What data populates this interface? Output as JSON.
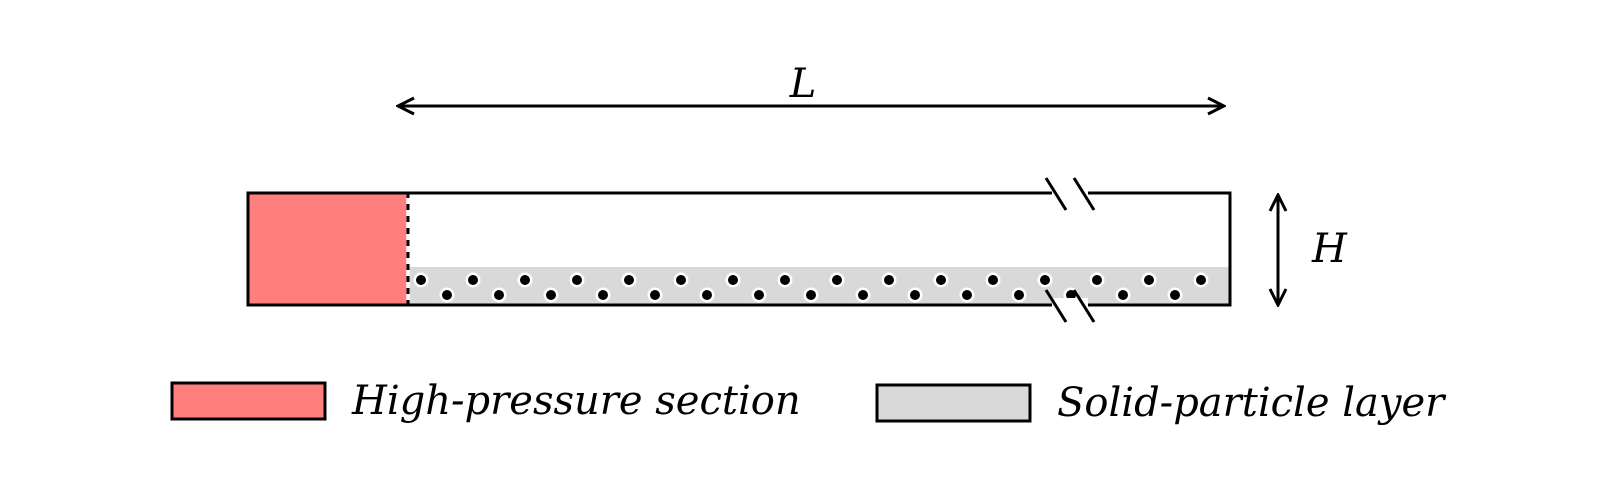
{
  "labels": {
    "length": "L",
    "height": "H"
  },
  "legend": [
    {
      "label": "High-pressure section",
      "color": "#ff7f7f"
    },
    {
      "label": "Solid-particle layer",
      "color": "#d9d9d9"
    }
  ],
  "colors": {
    "high_pressure_fill": "#ff7f7f",
    "particle_layer_fill": "#d9d9d9",
    "particle": "#000000",
    "outline": "#000000",
    "background": "#ffffff"
  }
}
